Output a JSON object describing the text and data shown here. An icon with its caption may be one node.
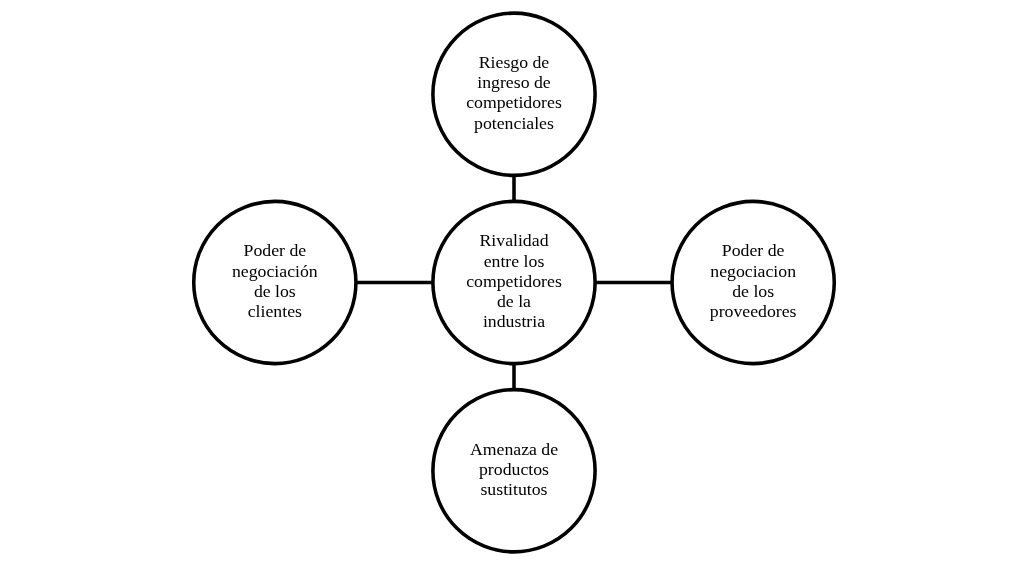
{
  "diagram": {
    "nodes": [
      {
        "text": [
          "Riesgo de ingreso de competidores potenciales"
        ]
      },
      {
        "text": [
          "Poder de negociación de los clientes"
        ]
      },
      {
        "text": [
          "Rivalidad entre los competidores de la industria"
        ]
      },
      {
        "text": [
          "Poder de negociacion de los proveedores"
        ]
      },
      {
        "text": [
          "Amenaza de productos sustitutos"
        ]
      }
    ],
    "edges": [
      {
        "from": 0,
        "to": 2,
        "arrow": "none"
      },
      {
        "from": 1,
        "to": 2,
        "arrow": "none"
      },
      {
        "from": 2,
        "to": 3,
        "arrow": "none"
      },
      {
        "from": 2,
        "to": 4,
        "arrow": "none"
      }
    ]
  }
}
